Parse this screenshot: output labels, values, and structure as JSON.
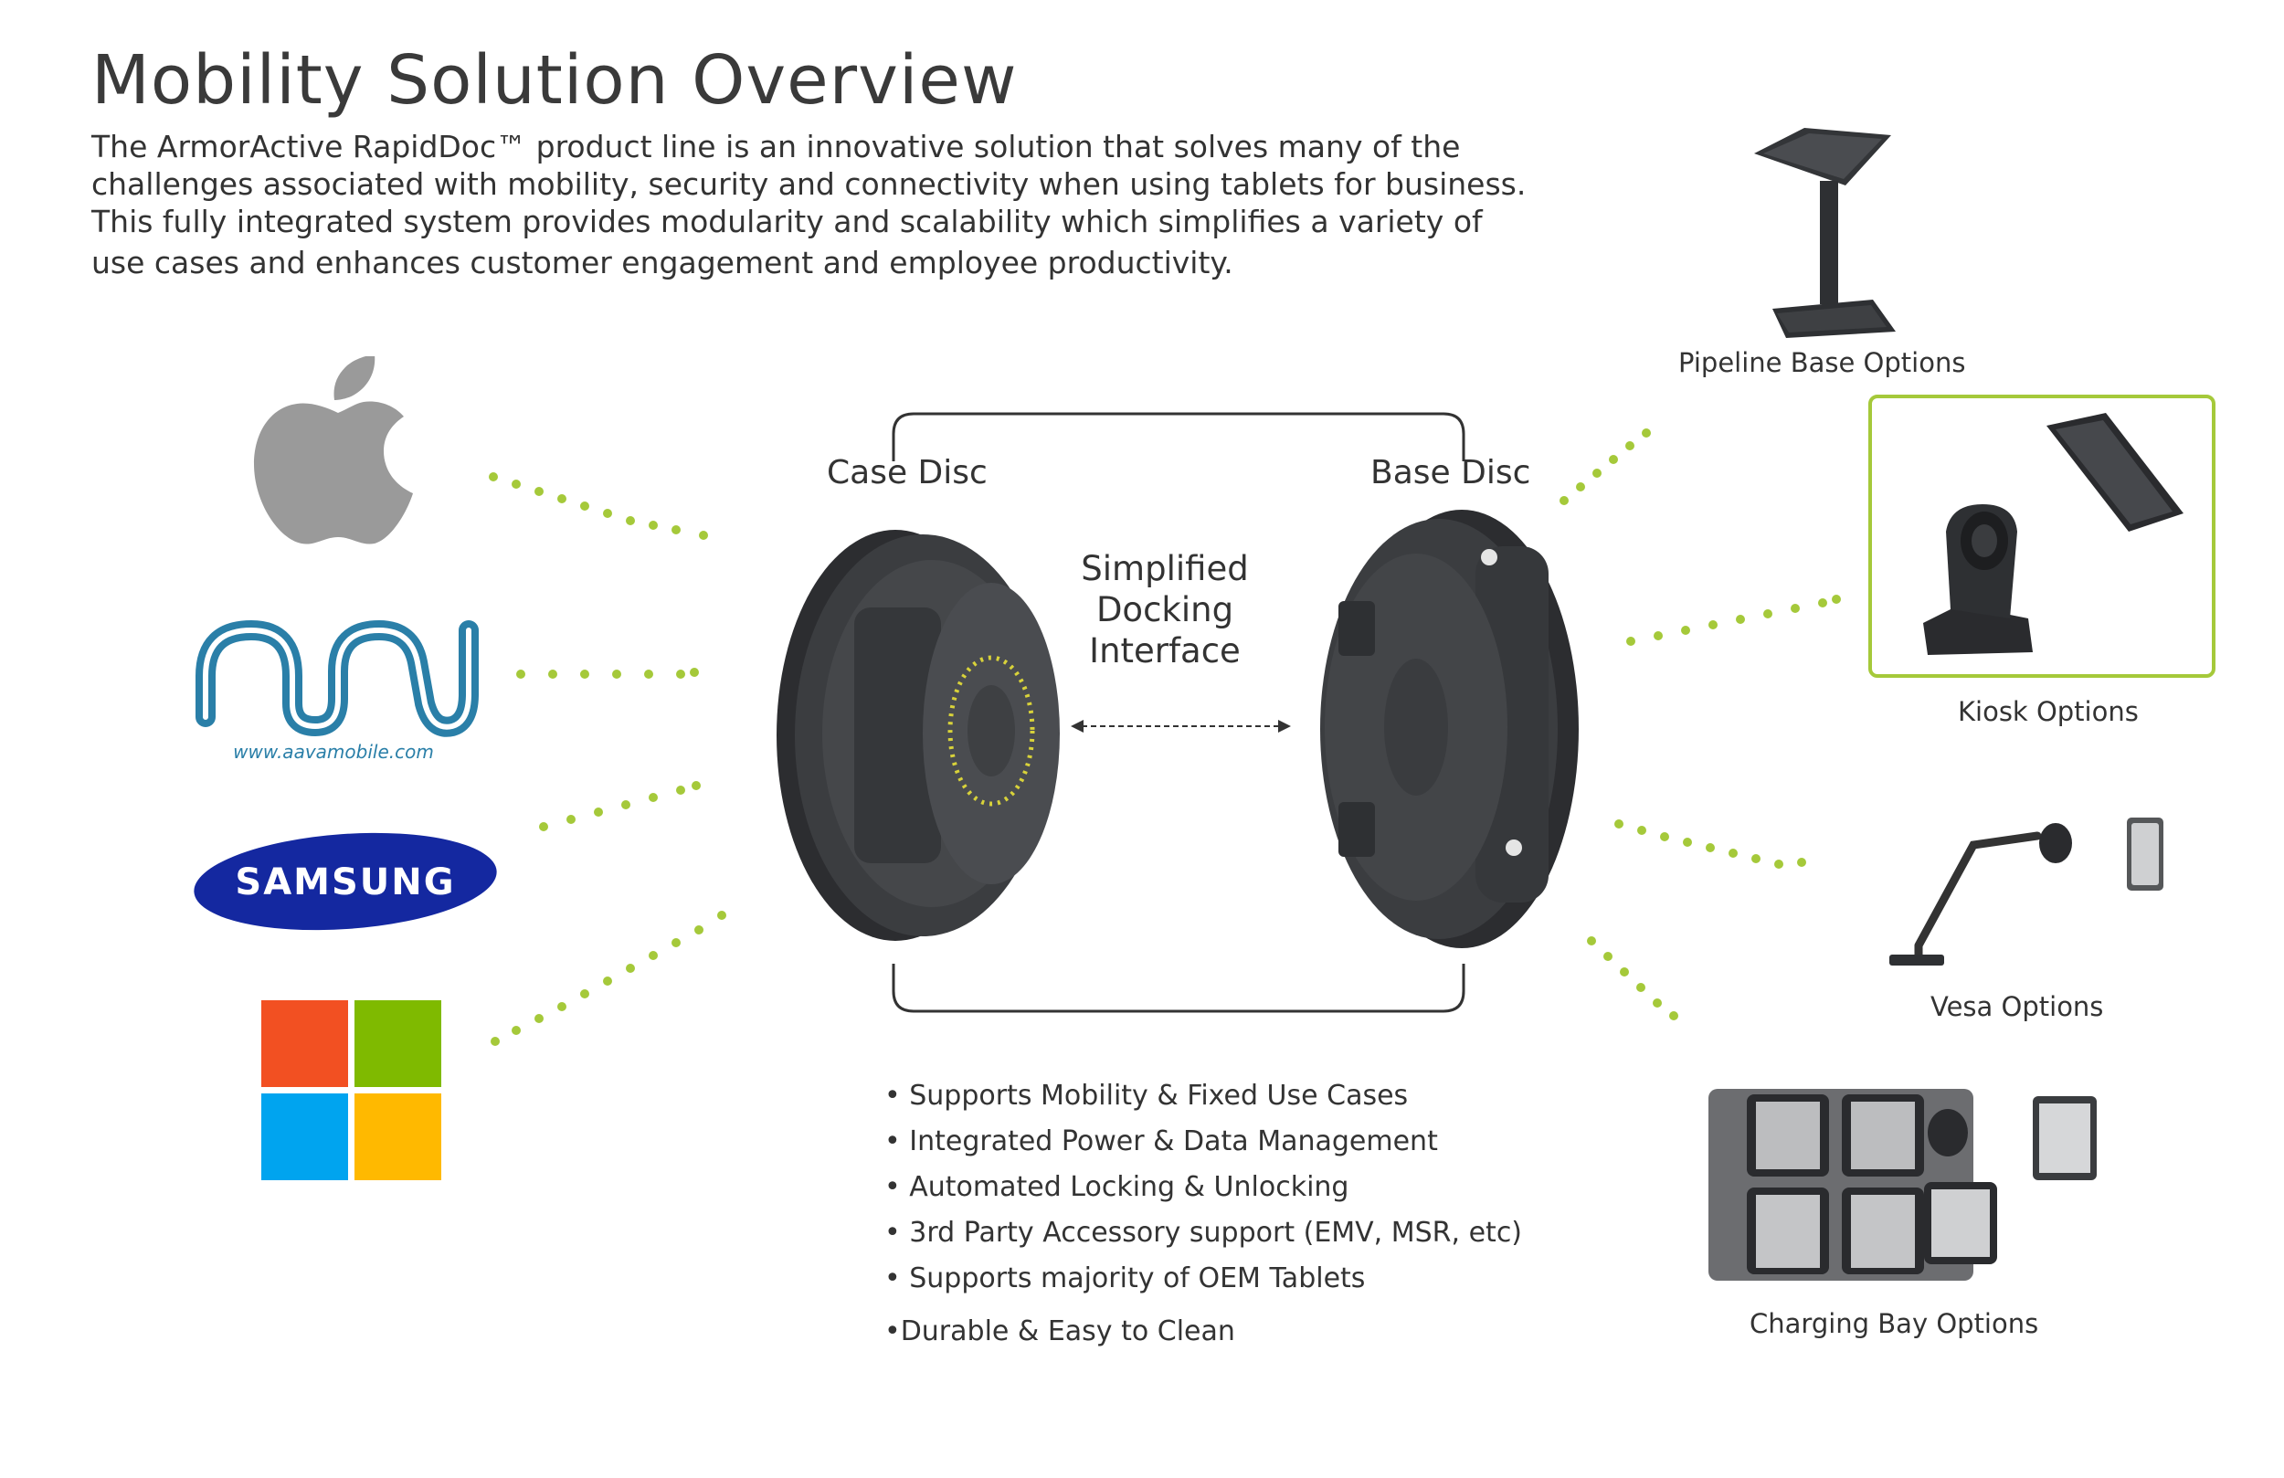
{
  "title": "Mobility Solution Overview",
  "intro": {
    "lines": [
      " The ArmorActive RapidDoc™ product line is an innovative solution that solves many of the",
      "challenges associated with mobility, security and connectivity when using tablets for business.",
      "This fully integrated system provides modularity and scalability which simplifies a variety of",
      "use cases and enhances customer engagement and employee productivity."
    ]
  },
  "discs": {
    "case_label": "Case Disc",
    "base_label": "Base Disc",
    "docking_lines": [
      "Simplified",
      "Docking",
      "Interface"
    ]
  },
  "brands": {
    "aava_url": "www.aavamobile.com",
    "samsung": "SAMSUNG"
  },
  "options": {
    "pipeline": "Pipeline Base Options",
    "kiosk": "Kiosk Options",
    "vesa": "Vesa Options",
    "charging": "Charging Bay Options"
  },
  "features": [
    "• Supports Mobility & Fixed Use Cases",
    "• Integrated Power & Data Management",
    "• Automated Locking & Unlocking",
    "• 3rd Party Accessory support (EMV, MSR, etc)",
    "• Supports majority of OEM Tablets",
    "•Durable  & Easy to Clean"
  ],
  "colors": {
    "accent_green": "#a5c93a",
    "disc_dark": "#3b3d40",
    "ms_red": "#f25022",
    "ms_green": "#7fba00",
    "ms_blue": "#00a4ef",
    "ms_yellow": "#ffb900",
    "samsung_blue": "#1428a0",
    "aava_blue": "#2a7fa8",
    "apple_gray": "#9a9a9a"
  }
}
